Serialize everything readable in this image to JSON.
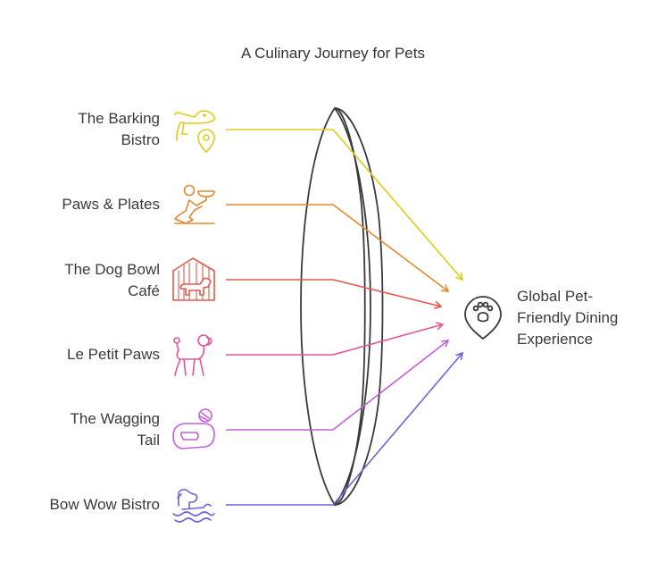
{
  "title": "A Culinary Journey for Pets",
  "sources": [
    {
      "lines": [
        "The Barking",
        "Bistro"
      ],
      "color": "#e0cc18",
      "icon": "dog-location-pin-icon"
    },
    {
      "lines": [
        "Paws & Plates"
      ],
      "color": "#e08a30",
      "icon": "person-serving-plate-icon"
    },
    {
      "lines": [
        "The Dog Bowl",
        "Café"
      ],
      "color": "#e05a4c",
      "icon": "dog-house-icon"
    },
    {
      "lines": [
        "Le Petit Paws"
      ],
      "color": "#e0559a",
      "icon": "poodle-icon"
    },
    {
      "lines": [
        "The Wagging",
        "Tail"
      ],
      "color": "#c060d8",
      "icon": "steak-treat-icon"
    },
    {
      "lines": [
        "Bow Wow Bistro"
      ],
      "color": "#7060e0",
      "icon": "swimming-dog-icon"
    }
  ],
  "destination": {
    "lines": [
      "Global Pet-",
      "Friendly Dining",
      "Experience"
    ],
    "icon": "paw-location-pin-icon",
    "color": "#3a3a3a"
  },
  "lens": {
    "stroke": "#3a3a3a"
  }
}
